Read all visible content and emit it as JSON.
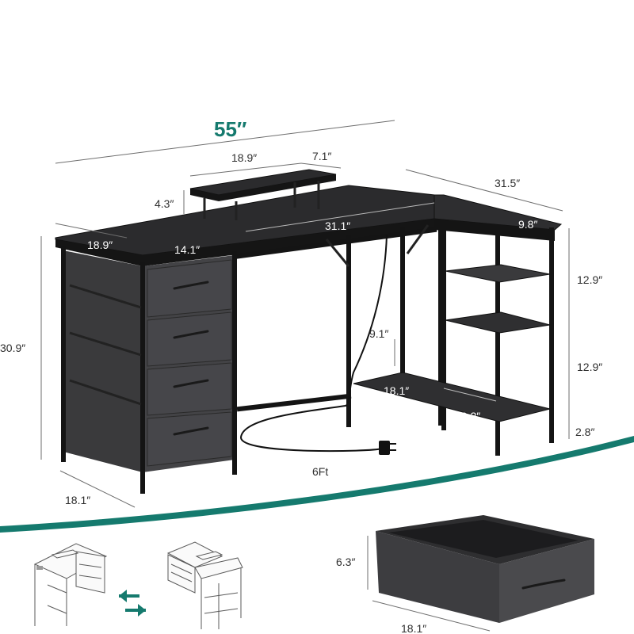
{
  "dimensions": {
    "total_width": "55″",
    "riser_width": "18.9″",
    "riser_depth": "7.1″",
    "riser_height": "4.3″",
    "return_length": "31.5″",
    "return_depth": "9.8″",
    "desk_depth": "18.9″",
    "drawer_section_width": "14.1″",
    "main_top_length": "31.1″",
    "desk_height": "30.9″",
    "shelf_gap_upper": "12.9″",
    "shelf_gap_lower": "12.9″",
    "bottom_clearance": "2.8″",
    "leg_clearance": "9.1″",
    "lower_shelf_length": "18.1″",
    "lower_shelf_depth": "10.2″",
    "base_depth": "18.1″",
    "cord_length": "6Ft",
    "drawer_height": "6.3″",
    "drawer_width": "18.1″"
  },
  "colors": {
    "accent": "#157a6e",
    "frame": "#1a1a1a",
    "fabric": "#3f3f42",
    "background": "#ffffff"
  },
  "icons": {
    "swap": "swap-arrows-icon"
  }
}
